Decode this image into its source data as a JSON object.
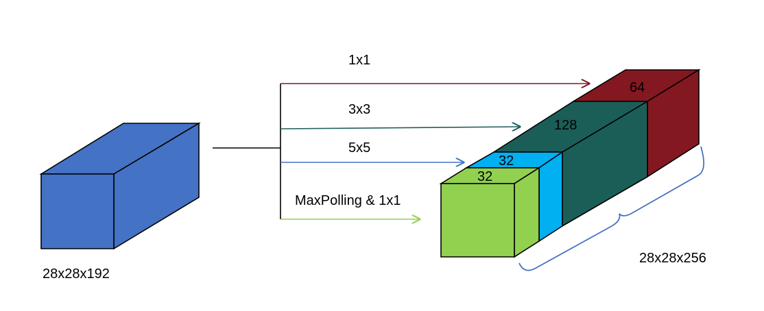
{
  "input": {
    "label": "28x28x192",
    "color": "#4472C4"
  },
  "branches": [
    {
      "label": "1x1",
      "color": "#7B1C22"
    },
    {
      "label": "3x3",
      "color": "#1F5F58"
    },
    {
      "label": "5x5",
      "color": "#4472C4"
    },
    {
      "label": "MaxPolling & 1x1",
      "color": "#92D050"
    }
  ],
  "output": {
    "label": "28x28x256",
    "brace_color": "#4472C4",
    "blocks": [
      {
        "depth": "64",
        "color": "#841821"
      },
      {
        "depth": "128",
        "color": "#1B5E58"
      },
      {
        "depth": "32",
        "color": "#00B0F0"
      },
      {
        "depth": "32",
        "color": "#92D050"
      }
    ]
  }
}
